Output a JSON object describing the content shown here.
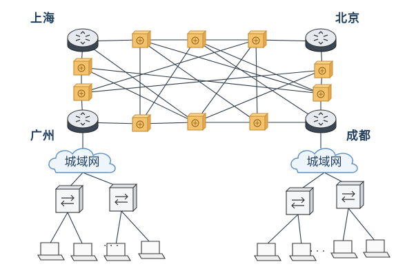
{
  "cities": {
    "shanghai": "上海",
    "beijing": "北京",
    "guangzhou": "广州",
    "chengdu": "成都"
  },
  "wan_clouds": {
    "left": "城域网",
    "right": "城域网"
  },
  "ellipsis": {
    "left": "· · ·",
    "right": "· · ·"
  },
  "colors": {
    "router_body": "#e6eaee",
    "router_top": "#3a4654",
    "optical_node": "#f3c26b",
    "optical_stroke": "#c8913a",
    "link": "#2f3b48",
    "cloud_stroke": "#5b8fc4",
    "city_text": "#1f3e61"
  },
  "icons": {
    "router": "core-router-icon",
    "optical": "optical-transport-node-icon",
    "switch": "switch-icon",
    "laptop": "laptop-icon",
    "cloud": "metro-network-cloud-icon"
  }
}
